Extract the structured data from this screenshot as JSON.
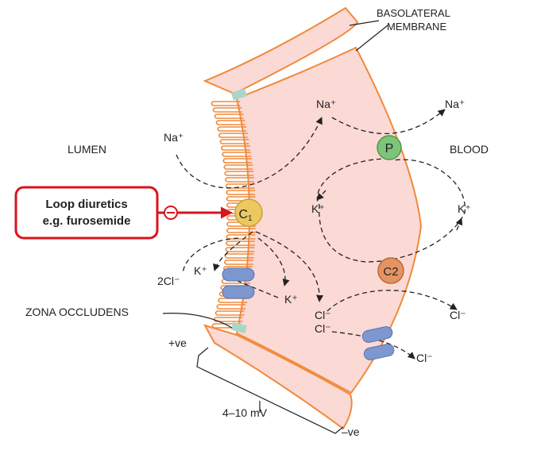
{
  "labels": {
    "basolateral_line1": "BASOLATERAL",
    "basolateral_line2": "MEMBRANE",
    "lumen": "LUMEN",
    "blood": "BLOOD",
    "zona_occludens": "ZONA OCCLUDENS",
    "na_lumen": "Na⁺",
    "na_cell": "Na⁺",
    "na_blood": "Na⁺",
    "k_cell_left": "K⁺",
    "k_cell_right": "K⁺",
    "k_lumen": "K⁺",
    "k_para": "K⁺",
    "cl2_lumen": "2Cl⁻",
    "cl_cell_1": "Cl⁻",
    "cl_cell_2": "Cl⁻",
    "cl_blood_1": "Cl⁻",
    "cl_blood_2": "Cl⁻",
    "plus_ve": "+ve",
    "minus_ve": "–ve",
    "voltage": "4–10 mV"
  },
  "transporters": {
    "p": "P",
    "c1": "C",
    "c1_sub": "1",
    "c2": "C2"
  },
  "callout": {
    "line1": "Loop diuretics",
    "line2": "e.g. furosemide",
    "inhibit_symbol": "⊖"
  },
  "colors": {
    "cell_fill": "#fbd9d5",
    "membrane": "#f08a3c",
    "tight_junction": "#a9d6c9",
    "p_pump": "#7ec47a",
    "c1_transporter": "#ecc860",
    "c2_transporter": "#e39463",
    "channel": "#7d97cf",
    "callout_red": "#d9141b"
  }
}
